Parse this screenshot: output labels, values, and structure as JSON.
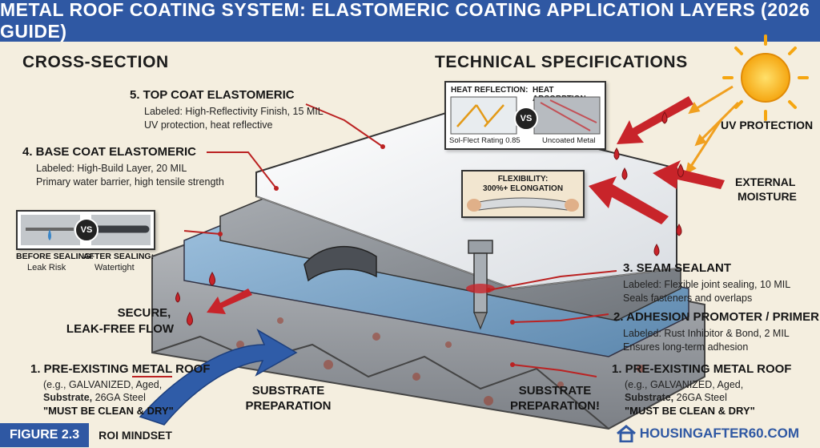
{
  "banner": {
    "title": "METAL ROOF COATING SYSTEM: ELASTOMERIC COATING APPLICATION LAYERS (2026 GUIDE)"
  },
  "sections": {
    "cross_section": "CROSS-SECTION",
    "tech_specs": "TECHNICAL SPECIFICATIONS"
  },
  "layers": {
    "top_coat": {
      "title": "5. TOP COAT ELASTOMERIC",
      "line1": "Labeled: High-Reflectivity Finish, 15 MIL",
      "line2": "UV protection, heat reflective"
    },
    "base_coat": {
      "title": "4. BASE COAT ELASTOMERIC",
      "line1": "Labeled: High-Build Layer, 20 MIL",
      "line2": "Primary water barrier, high tensile strength"
    },
    "seam_sealant": {
      "title": "3. SEAM SEALANT",
      "line1": "Labeled: Flexible joint sealing, 10 MIL",
      "line2": "Seals fasteners and overlaps"
    },
    "primer": {
      "title": "2. ADHESION PROMOTER / PRIMER",
      "line1": "Labeled: Rust Inhibitor & Bond, 2 MIL",
      "line2": "Ensures long-term adhesion"
    },
    "metal_roof_left": {
      "title": "1. PRE-EXISTING METAL ROOF",
      "line1": "(e.g., GALVANIZED, Aged,",
      "line2_bold": "Substrate,",
      "line2_rest": " 26GA Steel",
      "line3": "\"MUST BE CLEAN & DRY\""
    },
    "metal_roof_right": {
      "title": "1. PRE-EXISTING METAL ROOF",
      "line1": "(e.g., GALVANIZED, Aged,",
      "line2_bold": "Substrate,",
      "line2_rest": " 26GA Steel",
      "line3": "\"MUST BE CLEAN & DRY\""
    }
  },
  "heat_panel": {
    "reflection": "HEAT REFLECTION:",
    "absorption": "HEAT ABSORPTION:",
    "vs": "VS",
    "rating": "Sol-Flect Rating 0.85",
    "uncoated": "Uncoated Metal"
  },
  "flex_panel": {
    "line1": "FLEXIBILITY:",
    "line2": "300%+ ELONGATION"
  },
  "seal_panel": {
    "vs": "VS",
    "before_1": "BEFORE SEALING:",
    "before_2": "Leak Risk",
    "after_1": "AFTER SEALING:",
    "after_2": "Watertight"
  },
  "callouts": {
    "uv": "UV PROTECTION",
    "moisture_1": "EXTERNAL",
    "moisture_2": "MOISTURE",
    "flow_1": "SECURE,",
    "flow_2": "LEAK-FREE FLOW",
    "prep_left_1": "SUBSTRATE",
    "prep_left_2": "PREPARATION",
    "prep_right_1": "SUBSTRATE",
    "prep_right_2": "PREPARATION!"
  },
  "footer": {
    "figure": "FIGURE 2.3",
    "roi": "ROI MINDSET",
    "brand": "HOUSINGAFTER60.COM"
  },
  "colors": {
    "banner": "#2f58a3",
    "background": "#f4eedf",
    "arrow_red": "#c8242a",
    "arrow_blue": "#2f5ca8",
    "sun": "#f5b31b"
  }
}
